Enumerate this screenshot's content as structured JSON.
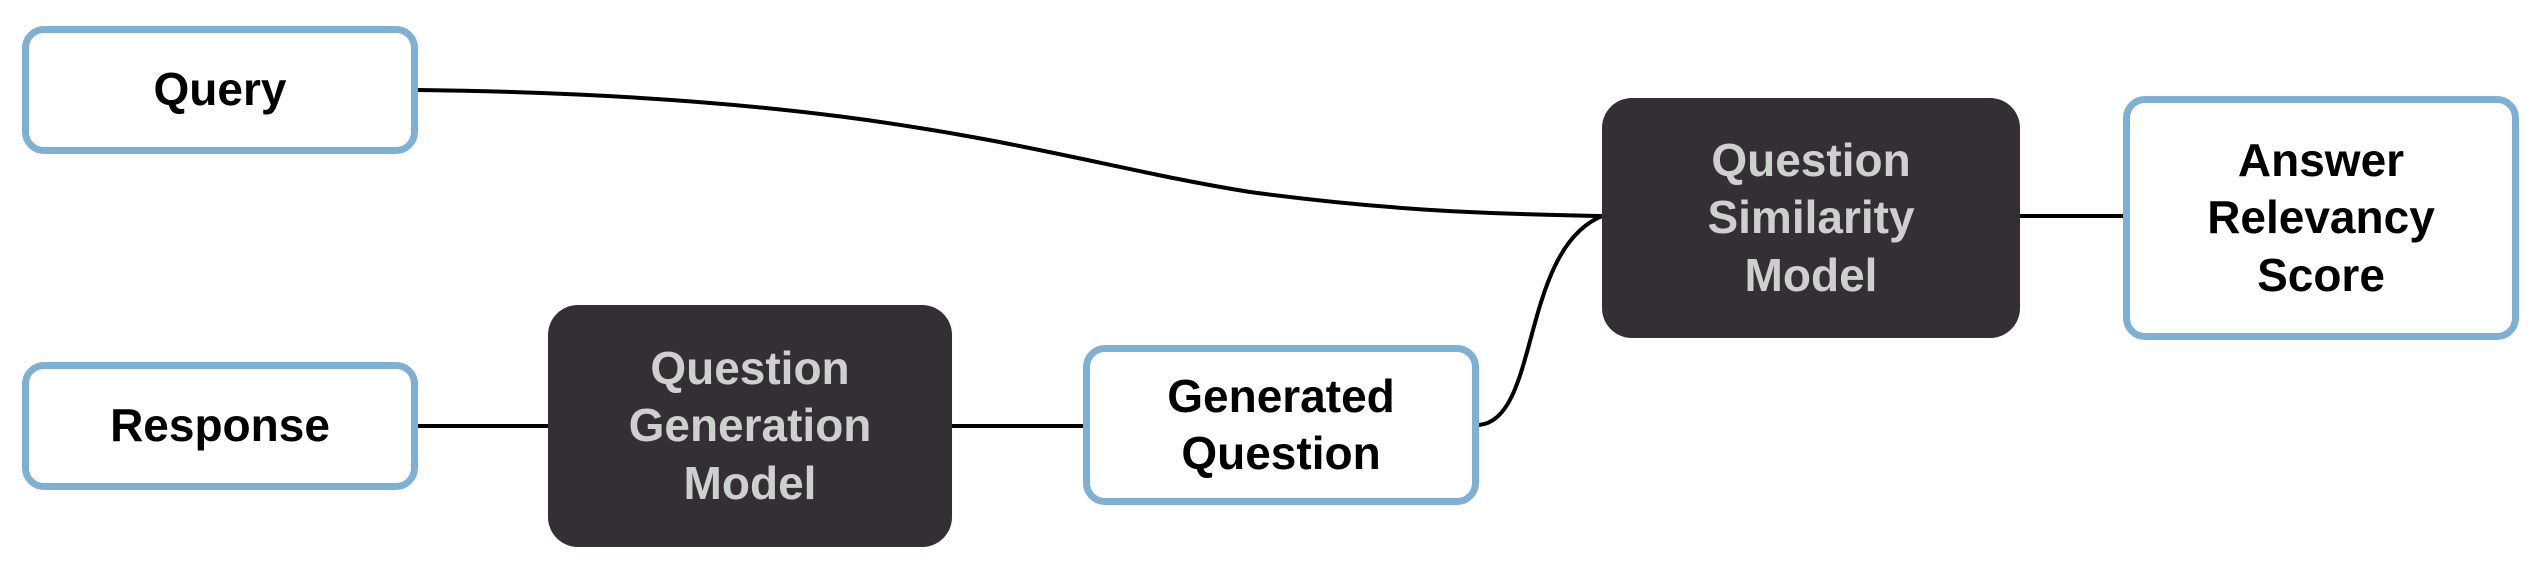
{
  "nodes": {
    "query": "Query",
    "response": "Response",
    "question_generation_model": "Question\nGeneration\nModel",
    "generated_question": "Generated\nQuestion",
    "question_similarity_model": "Question\nSimilarity\nModel",
    "answer_relevancy_score": "Answer\nRelevancy\nScore"
  },
  "colors": {
    "io_border": "#7fb0d2",
    "model_fill": "#332f35",
    "model_text": "#cfcfcf",
    "connector": "#000000"
  }
}
